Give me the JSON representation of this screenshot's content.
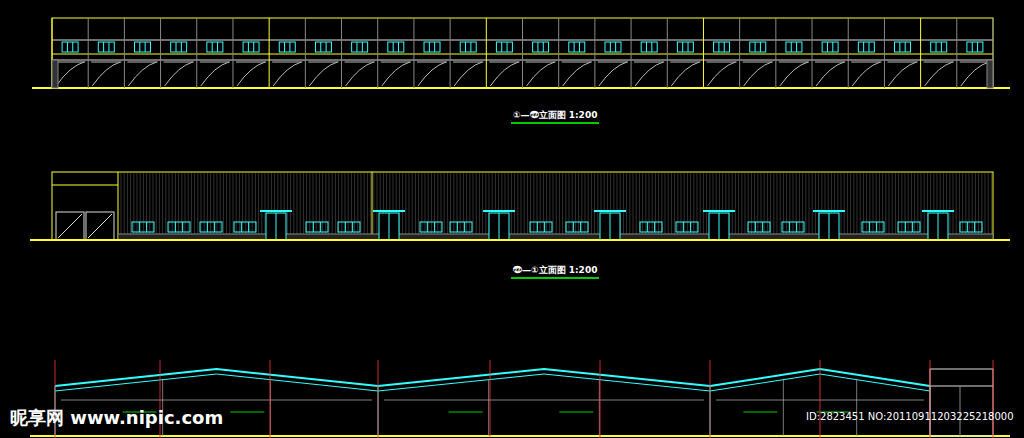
{
  "diagram": {
    "labels": [
      "①—㉗立面图 1:200",
      "㉗—①立面图 1:200",
      "昵享网 www.nipic.com",
      "ID:2823451 NO:20110911203225218000"
    ]
  }
}
